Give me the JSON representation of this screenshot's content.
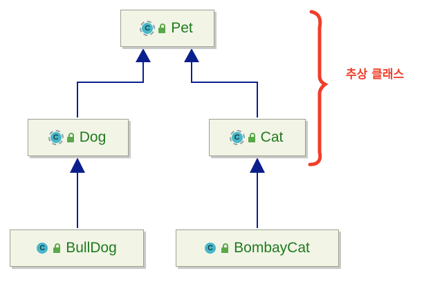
{
  "nodes": {
    "pet": {
      "label": "Pet",
      "icon": "abstract-class-icon"
    },
    "dog": {
      "label": "Dog",
      "icon": "abstract-class-icon"
    },
    "cat": {
      "label": "Cat",
      "icon": "abstract-class-icon"
    },
    "bulldog": {
      "label": "BullDog",
      "icon": "class-icon"
    },
    "bombaycat": {
      "label": "BombayCat",
      "icon": "class-icon"
    }
  },
  "class_icon_letter": "C",
  "annotation": "추상 클래스",
  "colors": {
    "node_bg": "#f2f5e6",
    "node_text": "#1f7a1f",
    "edge": "#0b1f8c",
    "annotation": "#f03e2a"
  }
}
